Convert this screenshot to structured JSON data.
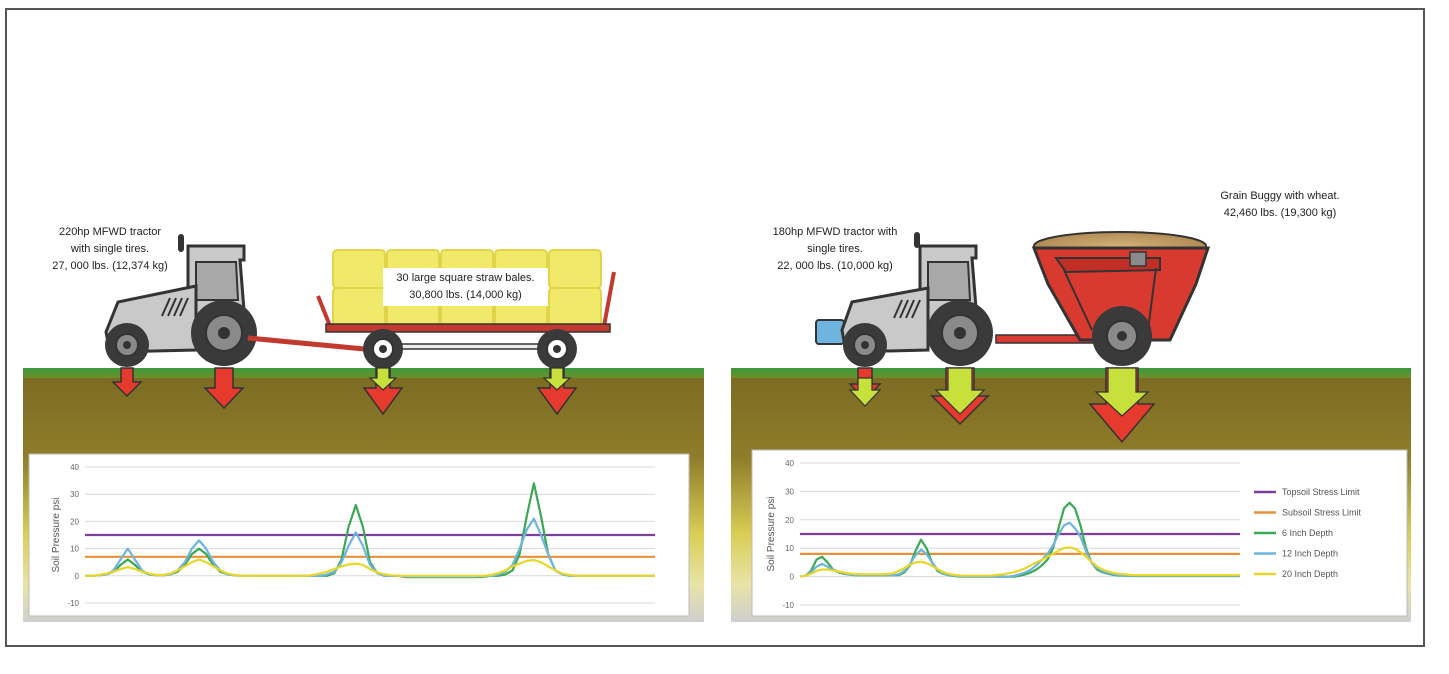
{
  "left_scene": {
    "tractor_label": [
      "220hp MFWD tractor",
      "with single tires.",
      "27, 000 lbs. (12,374 kg)"
    ],
    "wagon_label": [
      "30 large square straw bales.",
      "30,800 lbs. (14,000 kg)"
    ]
  },
  "right_scene": {
    "tractor_label": [
      "180hp MFWD tractor with",
      "single tires.",
      "22, 000 lbs. (10,000 kg)"
    ],
    "buggy_label": [
      "Grain Buggy with wheat.",
      "42,460 lbs. (19,300 kg)"
    ]
  },
  "colors": {
    "topsoil_stress_limit": "#7b3f99",
    "subsoil_stress_limit": "#e8913a",
    "depth_6": "#3aa855",
    "depth_12": "#6fb4de",
    "depth_20": "#e8d629",
    "arrow_red": "#e63a2e",
    "arrow_yellowgreen": "#c8e03c",
    "grass": "#3b9a3e",
    "tractor_body": "#c9c9c9",
    "buggy_body": "#d83a30",
    "bale": "#f1e96a"
  },
  "chart_data": [
    {
      "type": "line",
      "ylabel": "Soil Pressure psi",
      "ylim": [
        -10,
        40
      ],
      "yticks": [
        "40",
        "30",
        "20",
        "10",
        "0",
        "-10"
      ],
      "x": [
        0,
        1,
        2,
        3,
        4,
        5,
        6,
        7,
        8,
        9,
        10,
        11,
        12,
        13,
        14,
        15,
        16,
        17,
        18,
        19,
        20,
        21,
        22,
        23,
        24,
        25,
        26,
        27,
        28,
        29,
        30,
        31,
        32,
        33,
        34,
        35,
        36,
        37,
        38,
        39,
        40,
        41,
        42,
        43,
        44,
        45,
        46,
        47,
        48,
        49,
        50,
        51,
        52,
        53,
        54,
        55,
        56,
        57,
        58,
        59,
        60,
        61,
        62,
        63,
        64,
        65,
        66,
        67,
        68,
        69,
        70,
        71,
        72,
        73,
        74,
        75,
        76,
        77,
        78,
        79,
        80
      ],
      "series": [
        {
          "name": "Topsoil Stress Limit",
          "color": "#7b3f99",
          "values": [
            15,
            15,
            15,
            15,
            15,
            15,
            15,
            15,
            15,
            15,
            15,
            15,
            15,
            15,
            15,
            15,
            15,
            15,
            15,
            15,
            15,
            15,
            15,
            15,
            15,
            15,
            15,
            15,
            15,
            15,
            15,
            15,
            15,
            15,
            15,
            15,
            15,
            15,
            15,
            15,
            15,
            15,
            15,
            15,
            15,
            15,
            15,
            15,
            15,
            15,
            15,
            15,
            15,
            15,
            15,
            15,
            15,
            15,
            15,
            15,
            15,
            15,
            15,
            15,
            15,
            15,
            15,
            15,
            15,
            15,
            15,
            15,
            15,
            15,
            15,
            15,
            15,
            15,
            15,
            15,
            15
          ]
        },
        {
          "name": "Subsoil Stress Limit",
          "color": "#e8913a",
          "values": [
            7,
            7,
            7,
            7,
            7,
            7,
            7,
            7,
            7,
            7,
            7,
            7,
            7,
            7,
            7,
            7,
            7,
            7,
            7,
            7,
            7,
            7,
            7,
            7,
            7,
            7,
            7,
            7,
            7,
            7,
            7,
            7,
            7,
            7,
            7,
            7,
            7,
            7,
            7,
            7,
            7,
            7,
            7,
            7,
            7,
            7,
            7,
            7,
            7,
            7,
            7,
            7,
            7,
            7,
            7,
            7,
            7,
            7,
            7,
            7,
            7,
            7,
            7,
            7,
            7,
            7,
            7,
            7,
            7,
            7,
            7,
            7,
            7,
            7,
            7,
            7,
            7,
            7,
            7,
            7,
            7
          ]
        },
        {
          "name": "6 Inch Depth",
          "color": "#3aa855",
          "values": [
            0,
            0,
            0.2,
            0.5,
            1.5,
            4,
            6,
            4,
            1.5,
            0.5,
            0.2,
            0.2,
            0.5,
            1.5,
            4,
            8,
            10,
            8,
            4,
            1.5,
            0.5,
            0.2,
            0,
            0,
            0,
            0,
            0,
            0,
            0,
            0,
            0,
            0,
            0,
            0,
            0,
            1,
            6,
            18,
            26,
            18,
            5,
            1,
            0,
            0,
            0,
            -0.5,
            -0.5,
            -0.5,
            -0.5,
            -0.5,
            -0.5,
            -0.5,
            -0.5,
            -0.5,
            -0.5,
            -0.5,
            -0.3,
            0,
            0,
            0.5,
            2,
            8,
            22,
            34,
            22,
            8,
            2,
            0.5,
            0,
            0,
            0,
            0,
            0,
            0,
            0,
            0,
            0,
            0,
            0,
            0,
            0
          ]
        },
        {
          "name": "12 Inch Depth",
          "color": "#6fb4de",
          "values": [
            0,
            0,
            0.2,
            0.5,
            2,
            6,
            10,
            6,
            2,
            0.5,
            0.2,
            0.2,
            0.5,
            2,
            5,
            10,
            13,
            10,
            5,
            2,
            0.5,
            0.2,
            0,
            0,
            0,
            0,
            0,
            0,
            0,
            0,
            0,
            0,
            0,
            0,
            0.5,
            1.5,
            5,
            11,
            16,
            11,
            4,
            1,
            0,
            0,
            0,
            -0.3,
            -0.3,
            -0.3,
            -0.3,
            -0.3,
            -0.3,
            -0.3,
            -0.3,
            -0.3,
            -0.3,
            -0.3,
            0,
            0,
            0.5,
            1.5,
            4,
            10,
            17,
            21,
            15,
            8,
            2,
            0.5,
            0,
            0,
            0,
            0,
            0,
            0,
            0,
            0,
            0,
            0,
            0,
            0,
            0
          ]
        },
        {
          "name": "20 Inch Depth",
          "color": "#e8d629",
          "values": [
            0,
            0,
            0.3,
            0.8,
            1.5,
            2.5,
            3.2,
            2.5,
            1.5,
            0.8,
            0.3,
            0.3,
            0.8,
            2,
            3.5,
            5,
            6,
            5,
            3.5,
            2,
            0.8,
            0.3,
            0,
            0,
            0,
            0,
            0,
            0,
            0,
            0,
            0,
            0,
            0.3,
            0.8,
            1.5,
            2.5,
            3.5,
            4.2,
            4.5,
            4,
            2.5,
            1.2,
            0.5,
            0.2,
            0,
            0,
            0,
            0,
            0,
            0,
            0,
            0,
            0,
            0,
            0,
            0,
            0,
            0.3,
            1,
            2,
            3.5,
            4.5,
            5.5,
            5.8,
            5,
            3.5,
            2,
            0.8,
            0.3,
            0,
            0,
            0,
            0,
            0,
            0,
            0,
            0,
            0,
            0,
            0,
            0
          ]
        }
      ]
    },
    {
      "type": "line",
      "ylabel": "Soil Pressure psi",
      "ylim": [
        -10,
        40
      ],
      "yticks": [
        "40",
        "30",
        "20",
        "10",
        "0",
        "-10"
      ],
      "legend": [
        "Topsoil Stress Limit",
        "Subsoil Stress Limit",
        "6 Inch Depth",
        "12 Inch Depth",
        "20 Inch Depth"
      ],
      "x": [
        0,
        1,
        2,
        3,
        4,
        5,
        6,
        7,
        8,
        9,
        10,
        11,
        12,
        13,
        14,
        15,
        16,
        17,
        18,
        19,
        20,
        21,
        22,
        23,
        24,
        25,
        26,
        27,
        28,
        29,
        30,
        31,
        32,
        33,
        34,
        35,
        36,
        37,
        38,
        39,
        40,
        41,
        42,
        43,
        44,
        45,
        46,
        47,
        48,
        49,
        50,
        51,
        52,
        53,
        54,
        55,
        56,
        57,
        58,
        59,
        60,
        61,
        62,
        63,
        64,
        65,
        66,
        67,
        68,
        69,
        70,
        71,
        72,
        73,
        74,
        75,
        76,
        77,
        78,
        79,
        80
      ],
      "series": [
        {
          "name": "Topsoil Stress Limit",
          "color": "#7b3f99",
          "values": [
            15,
            15,
            15,
            15,
            15,
            15,
            15,
            15,
            15,
            15,
            15,
            15,
            15,
            15,
            15,
            15,
            15,
            15,
            15,
            15,
            15,
            15,
            15,
            15,
            15,
            15,
            15,
            15,
            15,
            15,
            15,
            15,
            15,
            15,
            15,
            15,
            15,
            15,
            15,
            15,
            15,
            15,
            15,
            15,
            15,
            15,
            15,
            15,
            15,
            15,
            15,
            15,
            15,
            15,
            15,
            15,
            15,
            15,
            15,
            15,
            15,
            15,
            15,
            15,
            15,
            15,
            15,
            15,
            15,
            15,
            15,
            15,
            15,
            15,
            15,
            15,
            15,
            15,
            15,
            15,
            15
          ]
        },
        {
          "name": "Subsoil Stress Limit",
          "color": "#e8913a",
          "values": [
            8,
            8,
            8,
            8,
            8,
            8,
            8,
            8,
            8,
            8,
            8,
            8,
            8,
            8,
            8,
            8,
            8,
            8,
            8,
            8,
            8,
            8,
            8,
            8,
            8,
            8,
            8,
            8,
            8,
            8,
            8,
            8,
            8,
            8,
            8,
            8,
            8,
            8,
            8,
            8,
            8,
            8,
            8,
            8,
            8,
            8,
            8,
            8,
            8,
            8,
            8,
            8,
            8,
            8,
            8,
            8,
            8,
            8,
            8,
            8,
            8,
            8,
            8,
            8,
            8,
            8,
            8,
            8,
            8,
            8,
            8,
            8,
            8,
            8,
            8,
            8,
            8,
            8,
            8,
            8,
            8
          ]
        },
        {
          "name": "6 Inch Depth",
          "color": "#3aa855",
          "values": [
            0,
            0.3,
            2,
            6,
            7,
            5,
            2.5,
            1.5,
            1,
            0.7,
            0.5,
            0.5,
            0.5,
            0.5,
            0.5,
            0.5,
            0.5,
            0.5,
            0.5,
            1.5,
            4,
            9,
            13,
            10,
            5,
            2,
            1,
            0.5,
            0.2,
            0,
            0,
            0,
            0,
            0,
            0,
            0,
            0,
            0,
            0,
            0,
            0.3,
            0.8,
            1.5,
            2.5,
            4,
            6,
            10,
            17,
            24,
            26,
            24,
            18,
            10,
            5,
            2.5,
            1.5,
            1,
            0.6,
            0.4,
            0.3,
            0.2,
            0.2,
            0.2,
            0.2,
            0.2,
            0.2,
            0.2,
            0.2,
            0.2,
            0.2,
            0.2,
            0.2,
            0.2,
            0.2,
            0.2,
            0.2,
            0.2,
            0.2,
            0.2,
            0.2,
            0.2
          ]
        },
        {
          "name": "12 Inch Depth",
          "color": "#6fb4de",
          "values": [
            0,
            0.3,
            1.5,
            3.5,
            4.5,
            3.5,
            2.5,
            1.8,
            1.2,
            0.8,
            0.6,
            0.5,
            0.5,
            0.5,
            0.5,
            0.5,
            0.5,
            0.5,
            0.8,
            2,
            4.5,
            7.5,
            9.5,
            8,
            5,
            2.5,
            1.2,
            0.6,
            0.3,
            0.1,
            0,
            0,
            0,
            0,
            0,
            0,
            0,
            0,
            0,
            0.3,
            0.8,
            1.5,
            2.5,
            4,
            6,
            8,
            11,
            15,
            18,
            19,
            17,
            14,
            9,
            5,
            3,
            1.8,
            1.2,
            0.8,
            0.5,
            0.4,
            0.3,
            0.3,
            0.3,
            0.3,
            0.3,
            0.3,
            0.3,
            0.3,
            0.3,
            0.3,
            0.3,
            0.3,
            0.3,
            0.3,
            0.3,
            0.3,
            0.3,
            0.3,
            0.3,
            0.3,
            0.3
          ]
        },
        {
          "name": "20 Inch Depth",
          "color": "#e8d629",
          "values": [
            0,
            0.3,
            1,
            2,
            2.5,
            2.5,
            2.2,
            1.8,
            1.4,
            1.1,
            0.9,
            0.8,
            0.8,
            0.8,
            0.8,
            0.8,
            0.9,
            1.2,
            2,
            3,
            4.2,
            5,
            5.2,
            4.8,
            3.8,
            2.6,
            1.6,
            1,
            0.6,
            0.4,
            0.3,
            0.3,
            0.3,
            0.3,
            0.3,
            0.4,
            0.6,
            0.8,
            1.2,
            1.6,
            2.2,
            3,
            4,
            5,
            6,
            7,
            8,
            9.2,
            10,
            10.3,
            9.8,
            8.6,
            7,
            5.2,
            3.6,
            2.5,
            1.8,
            1.3,
            1,
            0.8,
            0.6,
            0.5,
            0.5,
            0.5,
            0.5,
            0.5,
            0.5,
            0.5,
            0.5,
            0.5,
            0.5,
            0.5,
            0.5,
            0.5,
            0.5,
            0.5,
            0.5,
            0.5,
            0.5,
            0.5,
            0.5
          ]
        }
      ]
    }
  ]
}
